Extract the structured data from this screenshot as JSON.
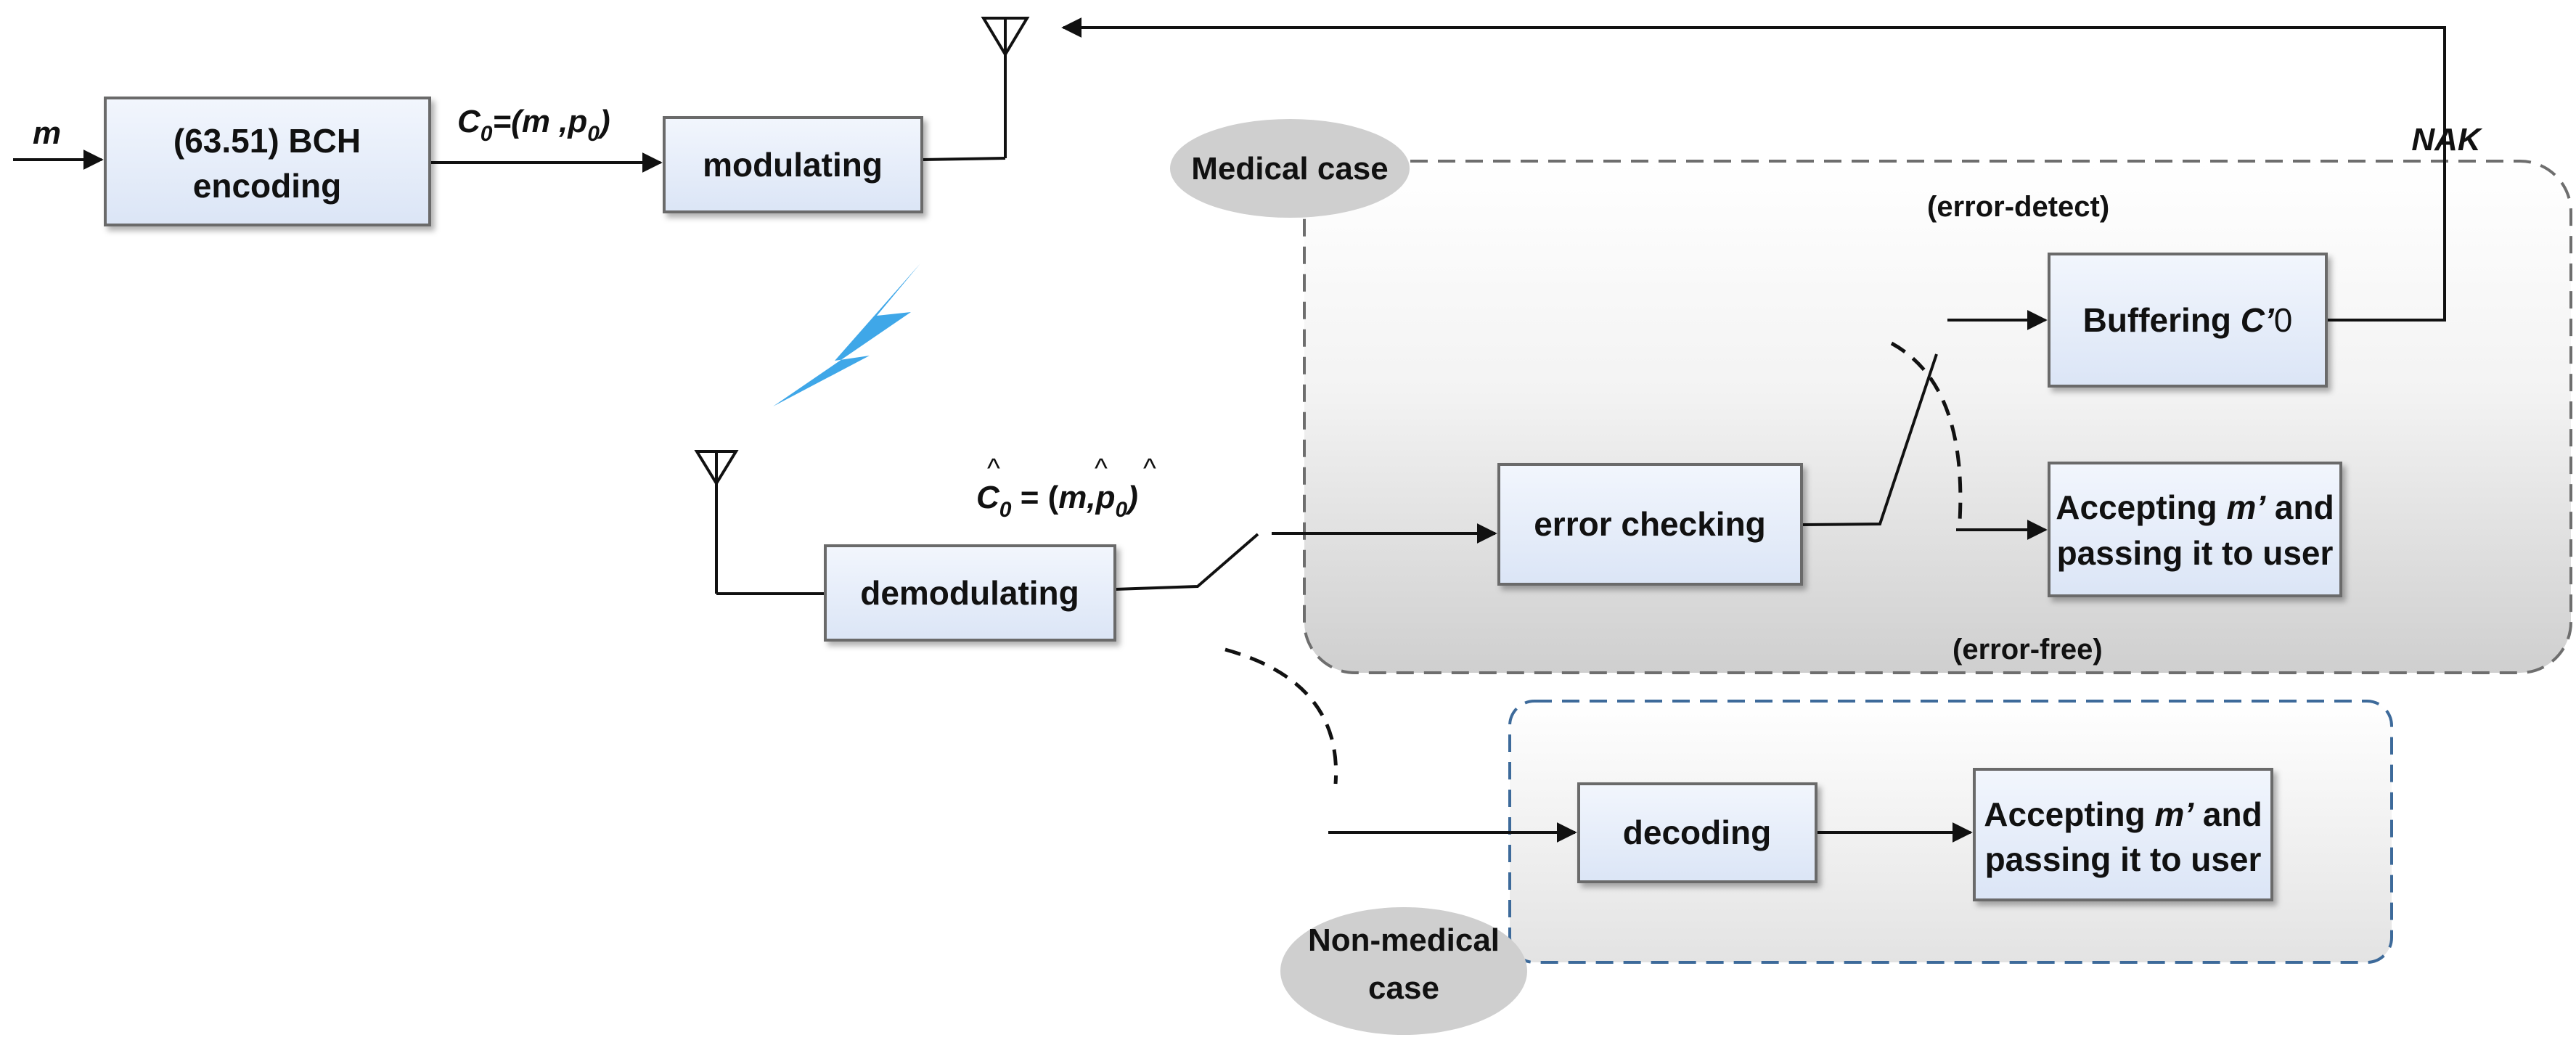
{
  "blocks": {
    "bch_encoding": [
      "(63.51) BCH",
      "encoding"
    ],
    "modulating": [
      "modulating"
    ],
    "demodulating": [
      "demodulating"
    ],
    "error_checking": [
      "error checking"
    ],
    "buffering": {
      "text": "Buffering ",
      "var": "C’",
      "sub": "0"
    },
    "accepting_medical": [
      [
        "Accepting ",
        "m’",
        " and"
      ],
      [
        "passing it to user"
      ]
    ],
    "decoding": [
      "decoding"
    ],
    "accepting_nonmedical": [
      [
        "Accepting ",
        "m’",
        " and"
      ],
      [
        "passing it to user"
      ]
    ]
  },
  "labels": {
    "input_m": "m",
    "codeword": {
      "c": "C",
      "c_sub": "0",
      "eq": "=(m ,p",
      "p_sub": "0",
      "close": ")"
    },
    "received": {
      "c": "C",
      "sub": "0",
      "eq": " = (",
      "m": "m",
      "comma": ",",
      "p": "p",
      "close": ")",
      "hat": "^"
    },
    "nak": "NAK",
    "error_detect": "(error-detect)",
    "error_free": "(error-free)"
  },
  "cases": {
    "medical": "Medical case",
    "non_medical": [
      "Non-medical",
      "case"
    ]
  },
  "colors": {
    "box_fill": "#e6eefb",
    "box_stroke": "#6b6b6b",
    "medical_border": "#6e6e6e",
    "non_medical_border": "#3d6a9a",
    "oval_fill": "#cfcfcf",
    "lightning": "#3fa7e8",
    "line": "#111111"
  }
}
